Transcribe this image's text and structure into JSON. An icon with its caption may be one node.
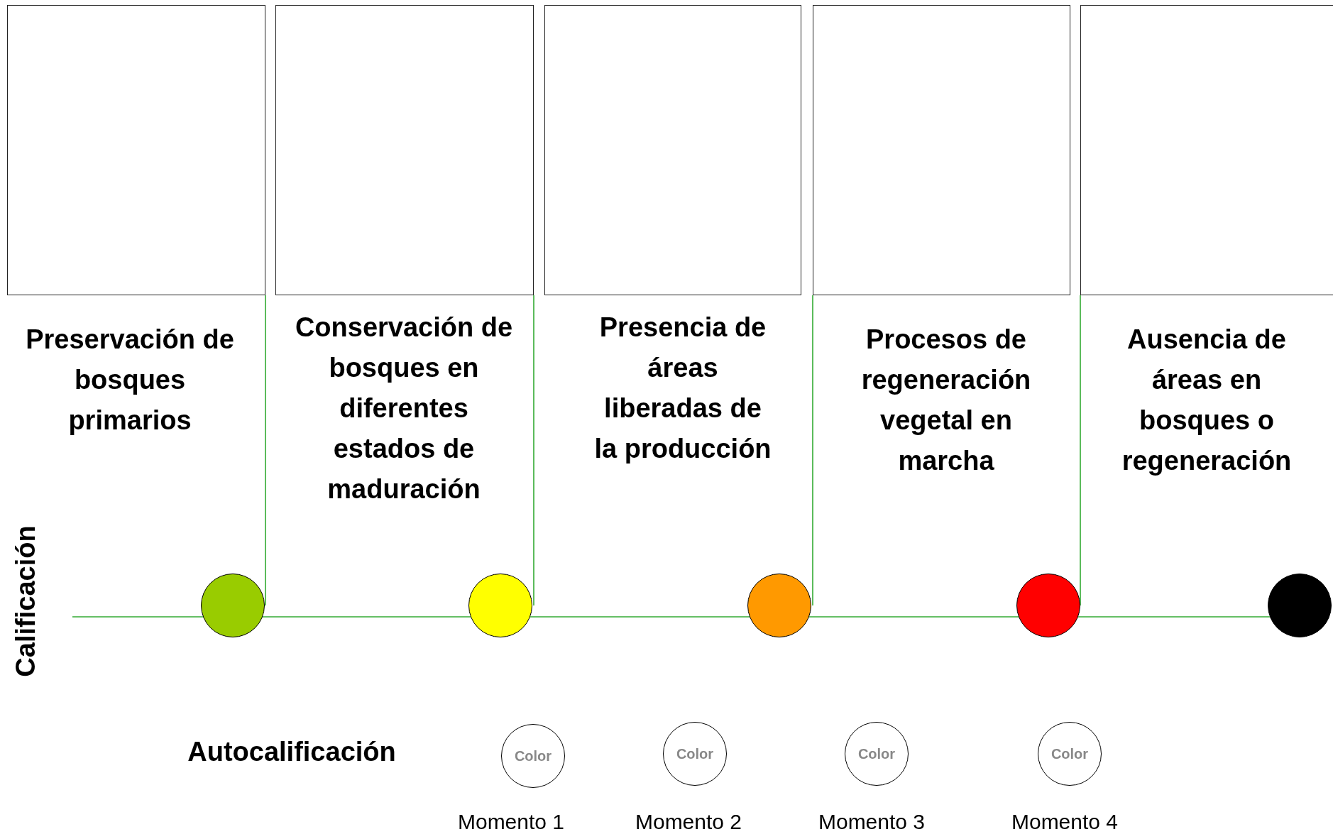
{
  "diagram": {
    "nodes": [
      {
        "text": [],
        "shape": "box"
      },
      {
        "text": [],
        "shape": "box"
      },
      {
        "text": [],
        "shape": "box"
      },
      {
        "text": [],
        "shape": "box"
      },
      {
        "text": [],
        "shape": "box"
      },
      {
        "text": [],
        "shape": "circle"
      },
      {
        "text": [],
        "shape": "circle"
      },
      {
        "text": [],
        "shape": "circle"
      },
      {
        "text": [],
        "shape": "circle"
      },
      {
        "text": [],
        "shape": "circle"
      },
      {
        "text": [
          "Color"
        ],
        "beside": [
          "Momento 1"
        ]
      },
      {
        "text": [
          "Color"
        ],
        "beside": [
          "Momento 2"
        ]
      },
      {
        "text": [
          "Color"
        ],
        "beside": [
          "Momento 3"
        ]
      },
      {
        "text": [
          "Color"
        ],
        "beside": [
          "Momento 4"
        ]
      }
    ],
    "edges": [
      {
        "from": null,
        "to": 5,
        "arrow": "none"
      },
      {
        "from": 5,
        "to": 6,
        "arrow": "none"
      },
      {
        "from": 6,
        "to": 7,
        "arrow": "none"
      },
      {
        "from": 7,
        "to": 8,
        "arrow": "none"
      },
      {
        "from": 8,
        "to": 9,
        "arrow": "none"
      }
    ],
    "labels": [
      "Preservación de bosques primarios",
      "Conservación de bosques en diferentes estados de maduración",
      "Presencia de áreas liberadas de la producción",
      "Procesos de regeneración vegetal en marcha",
      "Ausencia de áreas en bosques o regeneración",
      "Calificación",
      "Autocalificación"
    ]
  }
}
